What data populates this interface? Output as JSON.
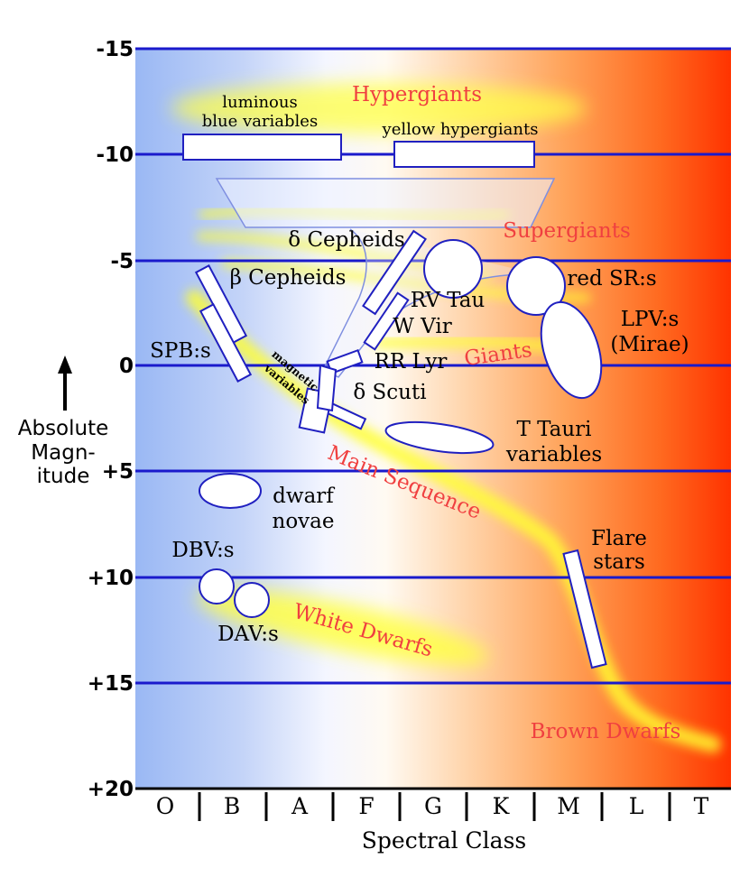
{
  "y_axis": {
    "label_lines": [
      "Absolute",
      "Magn-",
      "itude"
    ],
    "ticks": [
      "-15",
      "-10",
      "-5",
      "0",
      "+5",
      "+10",
      "+15",
      "+20"
    ]
  },
  "x_axis": {
    "label": "Spectral Class",
    "classes": [
      "O",
      "B",
      "A",
      "F",
      "G",
      "K",
      "M",
      "L",
      "T"
    ]
  },
  "regions": {
    "hypergiants": "Hypergiants",
    "supergiants": "Supergiants",
    "giants": "Giants",
    "main_sequence": "Main Sequence",
    "white_dwarfs": "White Dwarfs",
    "brown_dwarfs": "Brown Dwarfs"
  },
  "variables": {
    "lbv_1": "luminous",
    "lbv_2": "blue variables",
    "yellow_hypergiants": "yellow hypergiants",
    "delta_cepheids": "δ Cepheids",
    "beta_cepheids": "β Cepheids",
    "spb": "SPB:s",
    "rv_tau": "RV Tau",
    "w_vir": "W Vir",
    "rr_lyr": "RR Lyr",
    "delta_scuti": "δ Scuti",
    "magnetic_1": "magnetic",
    "magnetic_2": "variables",
    "red_sr": "red SR:s",
    "lpv_1": "LPV:s",
    "lpv_2": "(Mirae)",
    "t_tauri_1": "T Tauri",
    "t_tauri_2": "variables",
    "dwarf_novae_1": "dwarf",
    "dwarf_novae_2": "novae",
    "dbv": "DBV:s",
    "dav": "DAV:s",
    "flare_1": "Flare",
    "flare_2": "stars"
  },
  "colors": {
    "background_blue": "#9ab8f4",
    "background_red": "#ff3300",
    "band_yellow": "#ffff33",
    "grid_line": "#1a1acc",
    "region_label": "#f04040"
  }
}
